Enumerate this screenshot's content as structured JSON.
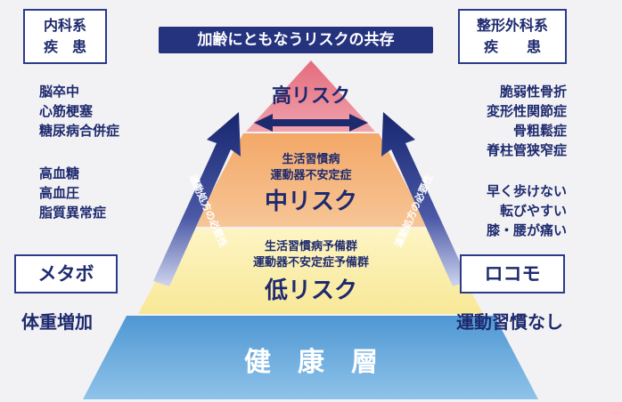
{
  "title": "加齢にともなうリスクの共存",
  "left_panel": {
    "box_label_lines": [
      "内科系",
      "疾　患"
    ],
    "group1": [
      "脳卒中",
      "心筋梗塞",
      "糖尿病合併症"
    ],
    "group2": [
      "高血糖",
      "高血圧",
      "脂質異常症"
    ],
    "metabo_label": "メタボ",
    "metabo_sub": "体重増加"
  },
  "right_panel": {
    "box_label_lines": [
      "整形外科系",
      "疾　　患"
    ],
    "group1": [
      "脆弱性骨折",
      "変形性関節症",
      "骨粗鬆症",
      "脊柱管狭窄症"
    ],
    "group2": [
      "早く歩けない",
      "転びやすい",
      "膝・腰が痛い"
    ],
    "locomo_label": "ロコモ",
    "locomo_sub": "運動習慣なし"
  },
  "pyramid": {
    "high_risk": "高リスク",
    "mid_lines": [
      "生活習慣病",
      "運動器不安定症"
    ],
    "mid_risk": "中リスク",
    "low_lines": [
      "生活習慣病予備群",
      "運動器不安定症予備群"
    ],
    "low_risk": "低リスク",
    "base": "健　康　層",
    "arrow_left_text": "運動処方の必要性",
    "arrow_right_text": "運動処方の必要性"
  },
  "colors": {
    "navy": "#1e2a6e",
    "top_tier": "#e88a96",
    "mid_tier": "#f4b57e",
    "low_tier": "#fbf0b0",
    "base_tier": "#5fa3d8"
  }
}
